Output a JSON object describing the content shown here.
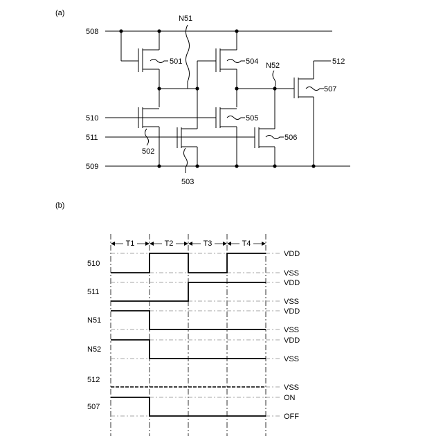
{
  "figure": {
    "part_a_label": "(a)",
    "part_b_label": "(b)"
  },
  "circuit": {
    "nodes": {
      "line_508": "508",
      "line_510": "510",
      "line_511": "511",
      "line_509": "509",
      "node_n51": "N51",
      "node_n52": "N52",
      "output_512": "512"
    },
    "transistors": {
      "t501": "501",
      "t502": "502",
      "t503": "503",
      "t504": "504",
      "t505": "505",
      "t506": "506",
      "t507": "507"
    }
  },
  "timing": {
    "periods": [
      "T1",
      "T2",
      "T3",
      "T4"
    ],
    "signals": [
      {
        "name": "510",
        "high_label": "VDD",
        "low_label": "VSS",
        "levels": [
          0,
          1,
          0,
          1
        ]
      },
      {
        "name": "511",
        "high_label": "VDD",
        "low_label": "VSS",
        "levels": [
          0,
          0,
          1,
          1
        ]
      },
      {
        "name": "N51",
        "high_label": "VDD",
        "low_label": "VSS",
        "levels": [
          1,
          0,
          0,
          0
        ]
      },
      {
        "name": "N52",
        "high_label": "VDD",
        "low_label": "VSS",
        "levels": [
          1,
          0,
          0,
          0
        ]
      },
      {
        "name": "512",
        "high_label": "",
        "low_label": "VSS",
        "levels": [
          0,
          0,
          0,
          0
        ],
        "line_style": "dashed-constant"
      },
      {
        "name": "507",
        "high_label": "ON",
        "low_label": "OFF",
        "levels": [
          1,
          0,
          0,
          0
        ]
      }
    ]
  }
}
